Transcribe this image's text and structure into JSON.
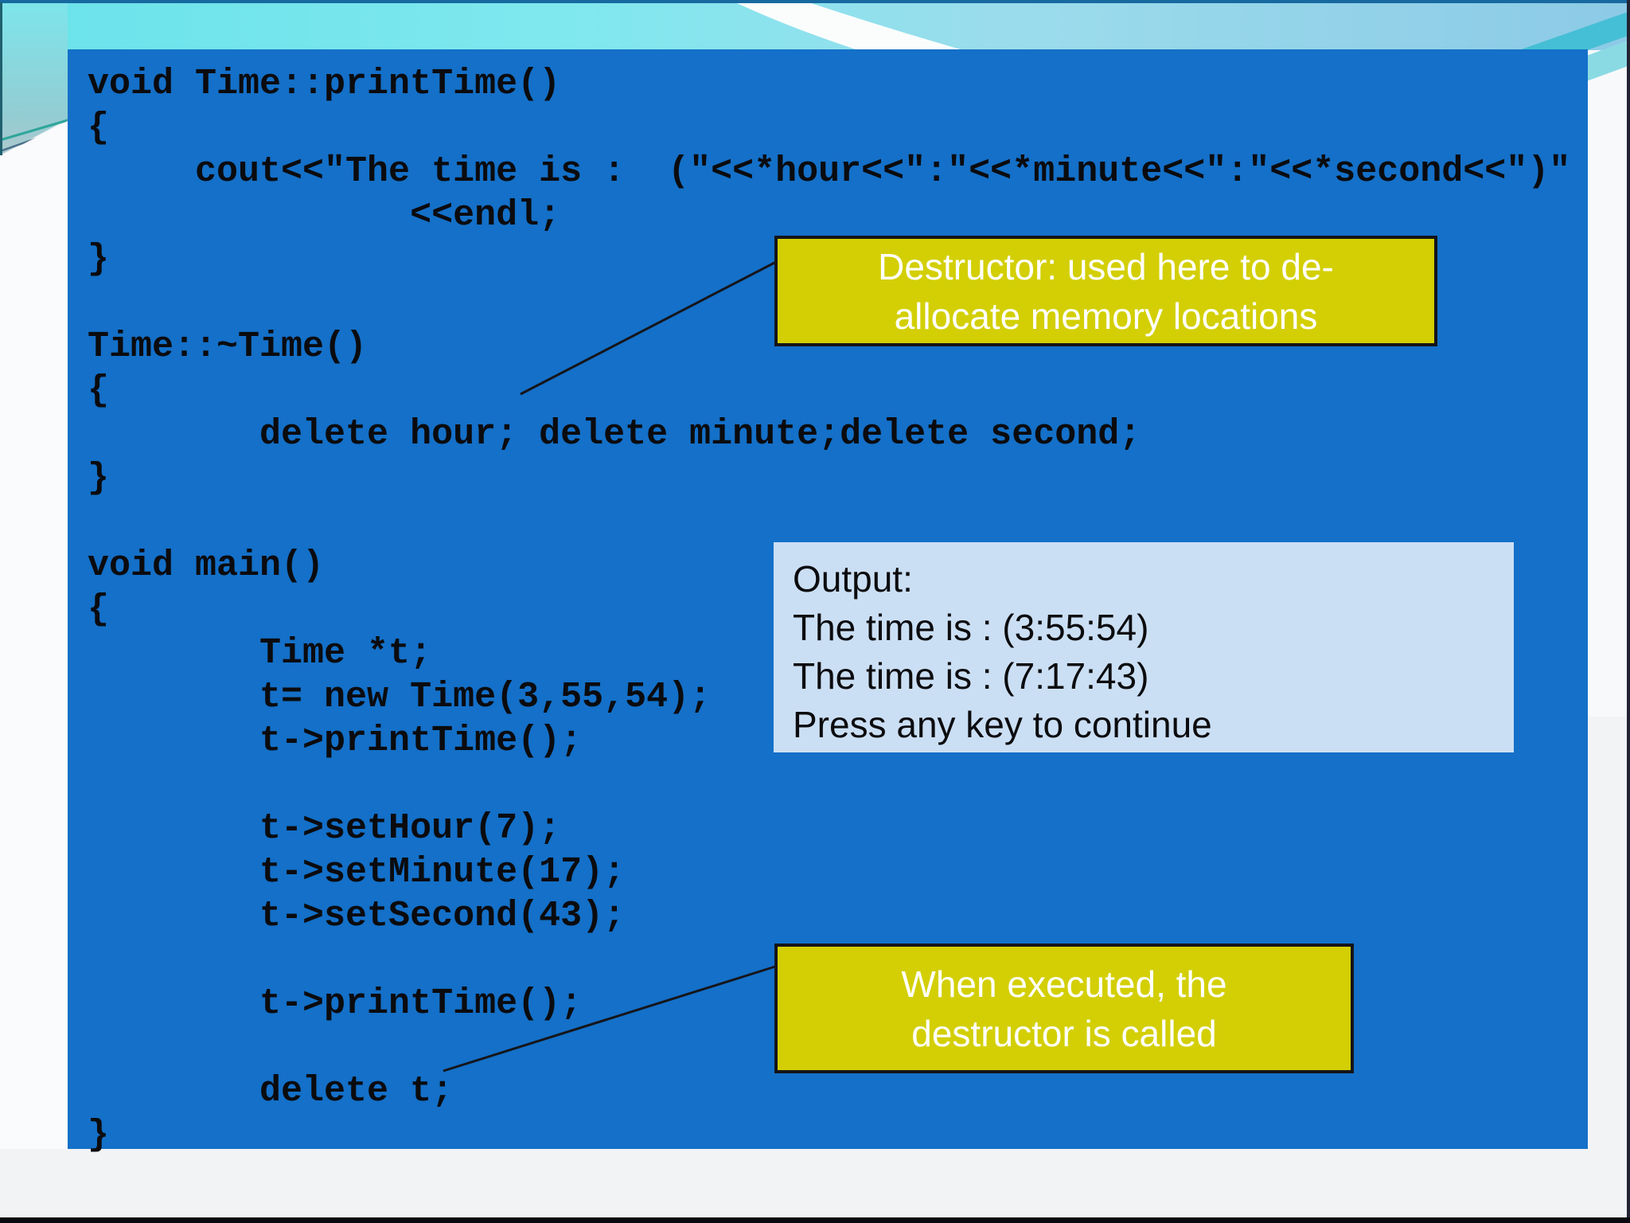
{
  "slide": {
    "kind": "presentation-slide",
    "topic": "C++ destructor example"
  },
  "code_panel": {
    "lines": [
      "void Time::printTime()",
      "{",
      "     cout<<\"The time is :  (\"<<*hour<<\":\"<<*minute<<\":\"<<*second<<\")\"",
      "               <<endl;",
      "}",
      "",
      "Time::~Time()",
      "{",
      "        delete hour; delete minute;delete second;",
      "}",
      "",
      "void main()",
      "{",
      "        Time *t;",
      "        t= new Time(3,55,54);",
      "        t->printTime();",
      "",
      "        t->setHour(7);",
      "        t->setMinute(17);",
      "        t->setSecond(43);",
      "",
      "        t->printTime();",
      "",
      "        delete t;",
      "}"
    ]
  },
  "callout_destructor": {
    "lines": [
      "Destructor: used here to de-",
      "allocate memory locations"
    ]
  },
  "callout_executed": {
    "lines": [
      "When executed, the",
      "destructor is called"
    ]
  },
  "output_box": {
    "lines": [
      "Output:",
      "The time is : (3:55:54)",
      "The time is : (7:17:43)",
      "Press any key to continue"
    ]
  },
  "colors": {
    "panel_blue": "#1470c8",
    "callout_yellow": "#d3cf04",
    "callout_border": "#141419",
    "output_light_blue": "#cbdff4",
    "code_text": "#0b0b0e",
    "callout_text": "#ffffff",
    "header_cyan_left": "#6ae2ea",
    "header_cyan_mid": "#7fe8ee",
    "header_blue_right": "#8ccae6",
    "swoosh_white": "#fbfdfd",
    "corner_teal": "#45bfd5",
    "corner_teal_light": "#8adae4",
    "top_edge_dark": "#1769a0",
    "bottom_edge_dark": "#08080e",
    "outer_background": "#f2f3f5"
  }
}
